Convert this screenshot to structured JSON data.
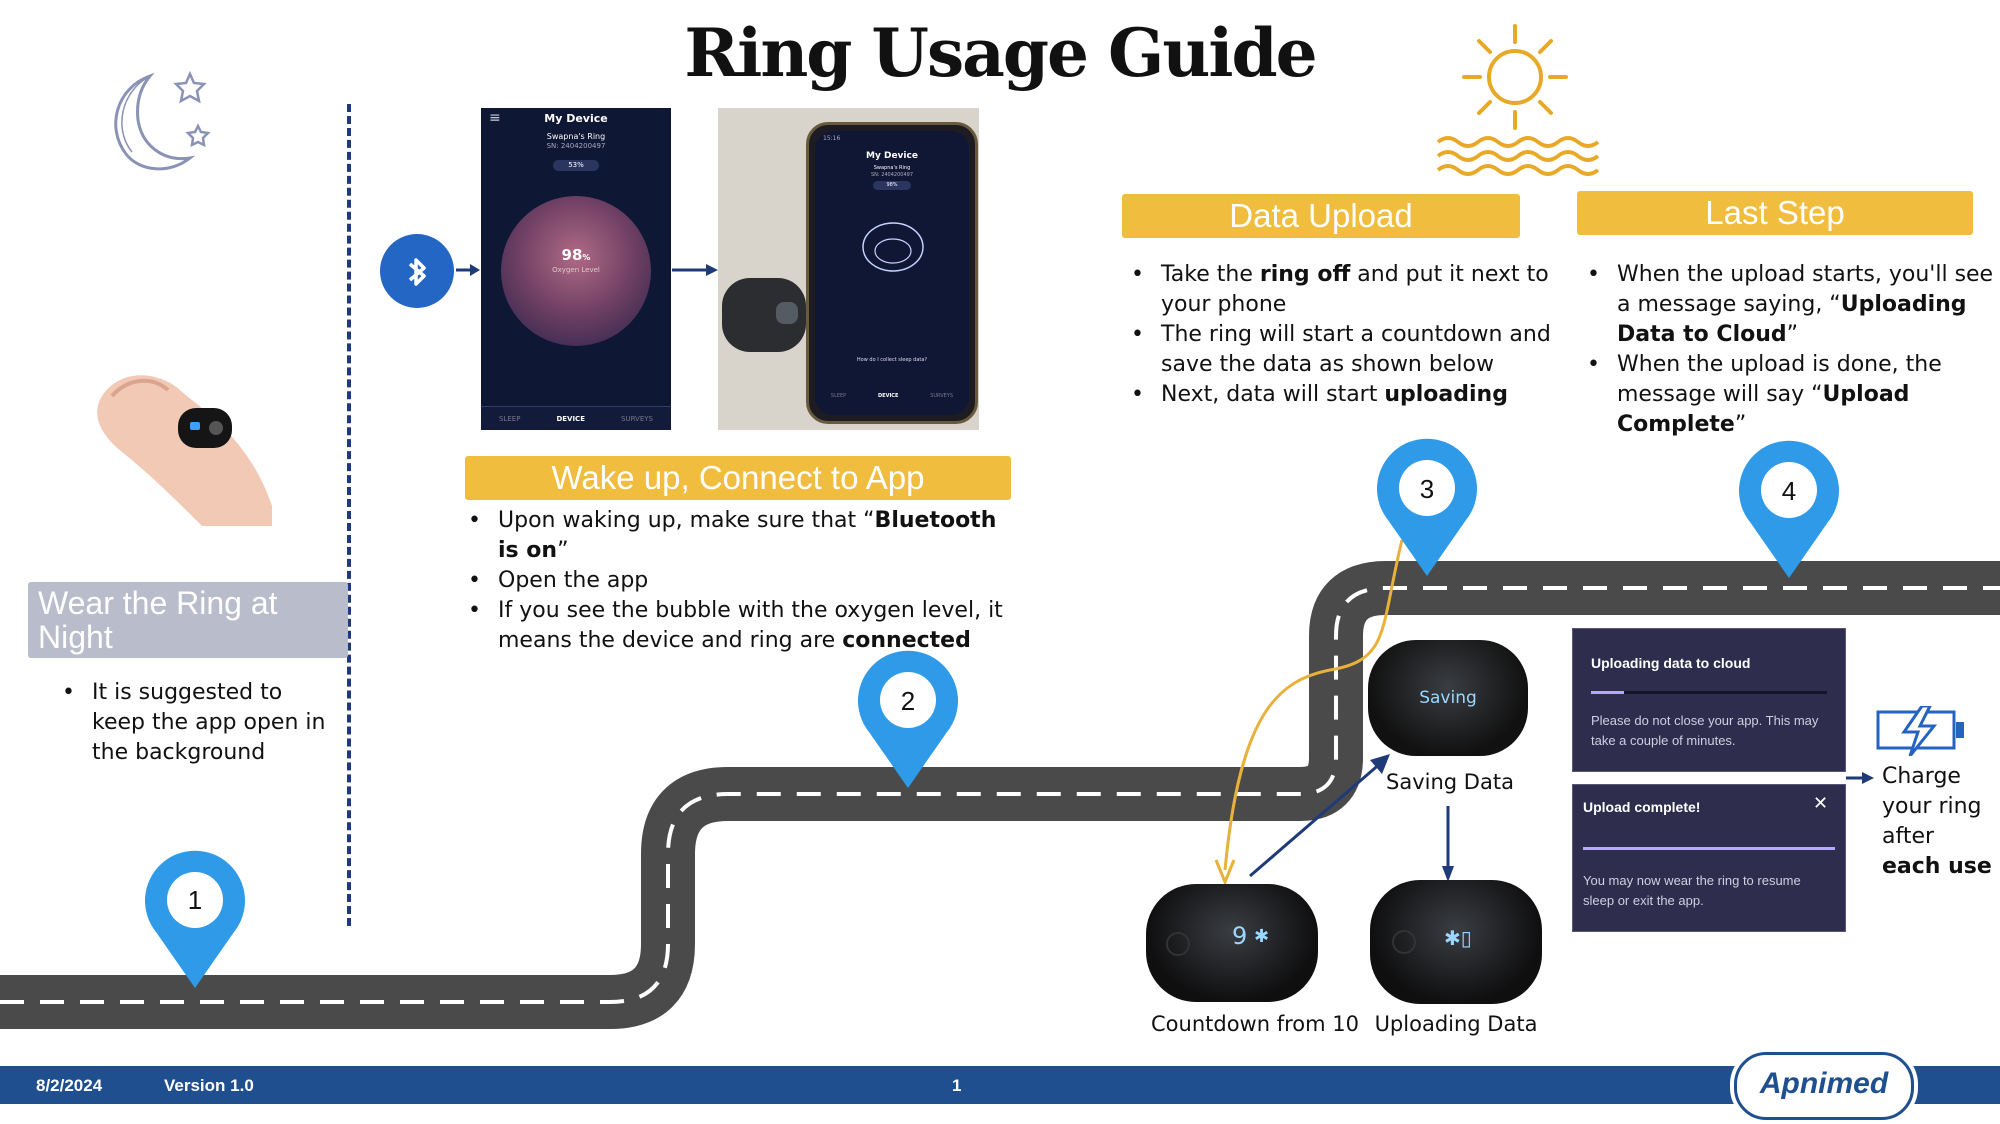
{
  "title": "Ring Usage Guide",
  "sections": {
    "wear": {
      "heading": "Wear the Ring at Night",
      "bullets": [
        "It is suggested to keep the app open in the background"
      ]
    },
    "connect": {
      "heading": "Wake up, Connect to App",
      "b1_pre": "Upon waking up, make sure that “",
      "b1_bold": "Bluetooth is on",
      "b1_post": "”",
      "b2": "Open the app",
      "b3_pre": "If you see the bubble with the oxygen level, it means the device and ring are ",
      "b3_bold": "connected"
    },
    "upload": {
      "heading": "Data Upload",
      "b1_pre": "Take the ",
      "b1_bold": "ring off",
      "b1_post": " and put it next to your phone",
      "b2": "The ring will start a countdown and save the data as shown below",
      "b3_pre": "Next, data will start ",
      "b3_bold": "uploading"
    },
    "last": {
      "heading": "Last Step",
      "b1_pre": "When the upload starts, you'll see a message saying, “",
      "b1_bold": "Uploading Data to Cloud",
      "b1_post": "”",
      "b2_pre": "When the upload is done, the message will say “",
      "b2_bold": "Upload Complete",
      "b2_post": "”"
    }
  },
  "pins": [
    "1",
    "2",
    "3",
    "4"
  ],
  "phone_screen": {
    "header": "My Device",
    "ring_name": "Swapna's Ring",
    "serial": "SN: 2404200497",
    "battery": "53%",
    "oxygen_value": "98",
    "oxygen_unit": "%",
    "oxygen_label": "Oxygen Level",
    "tabs": [
      "SLEEP",
      "DEVICE",
      "SURVEYS"
    ]
  },
  "phone_photo": {
    "header": "My Device",
    "ring_name": "Swapna's Ring",
    "serial": "SN: 2404200497",
    "battery": "98%",
    "time": "15:16",
    "help": "How do I collect sleep data?",
    "tabs": [
      "SLEEP",
      "DEVICE",
      "SURVEYS"
    ]
  },
  "ring_displays": {
    "saving": "Saving",
    "countdown": "9",
    "saving_caption": "Saving Data",
    "countdown_caption": "Countdown from 10",
    "uploading_caption": "Uploading Data"
  },
  "upload_panels": {
    "uploading_title": "Uploading data to cloud",
    "uploading_msg": "Please do not close your app. This may take a couple of minutes.",
    "complete_title": "Upload complete!",
    "complete_msg": "You may now wear the ring to resume sleep or exit the app.",
    "close_glyph": "✕"
  },
  "charge": {
    "pre": "Charge your ring after ",
    "bold": "each use"
  },
  "footer": {
    "date": "8/2/2024",
    "version": "Version 1.0",
    "page": "1",
    "logo": "Apnimed"
  },
  "colors": {
    "accent_yellow": "#f0bd3f",
    "pin_blue": "#2f9be8",
    "road": "#4a4a4a",
    "footer_blue": "#1f4f8f",
    "heading_gray": "#b8bccb"
  }
}
